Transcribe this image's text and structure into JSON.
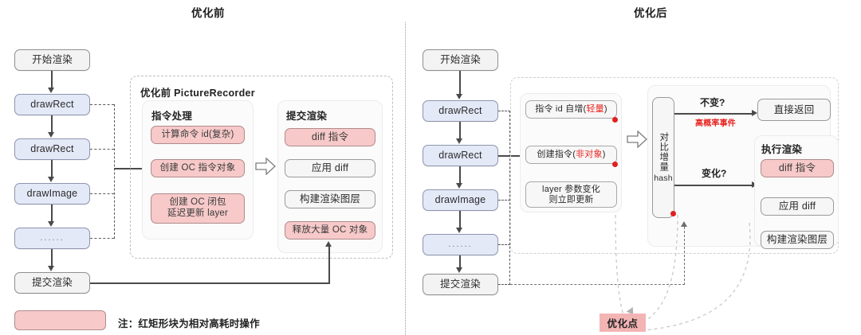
{
  "panels": {
    "left": {
      "title": "优化前",
      "flow": [
        {
          "label": "开始渲染",
          "kind": "grey"
        },
        {
          "label": "drawRect",
          "kind": "blue"
        },
        {
          "label": "drawRect",
          "kind": "blue"
        },
        {
          "label": "drawImage",
          "kind": "blue"
        },
        {
          "label": "......",
          "kind": "blue"
        },
        {
          "label": "提交渲染",
          "kind": "grey"
        }
      ],
      "container_title": "优化前 PictureRecorder",
      "groups": [
        {
          "title": "指令处理",
          "items": [
            {
              "label": "计算命令 id(复杂)",
              "kind": "pink"
            },
            {
              "label": "创建 OC 指令对象",
              "kind": "pink"
            },
            {
              "label": "创建 OC 闭包\n延迟更新 layer",
              "kind": "pink"
            }
          ]
        },
        {
          "title": "提交渲染",
          "items": [
            {
              "label": "diff 指令",
              "kind": "pink"
            },
            {
              "label": "应用 diff",
              "kind": "plain"
            },
            {
              "label": "构建渲染图层",
              "kind": "plain"
            },
            {
              "label": "释放大量 OC 对象",
              "kind": "pink"
            }
          ]
        }
      ]
    },
    "right": {
      "title": "优化后",
      "flow": [
        {
          "label": "开始渲染",
          "kind": "grey"
        },
        {
          "label": "drawRect",
          "kind": "blue"
        },
        {
          "label": "drawRect",
          "kind": "blue"
        },
        {
          "label": "drawImage",
          "kind": "blue"
        },
        {
          "label": "......",
          "kind": "blue"
        },
        {
          "label": "提交渲染",
          "kind": "grey"
        }
      ],
      "record_items": [
        {
          "label": "指令 id 自增(",
          "suffix": "轻量",
          "tail": ")",
          "kind": "plain",
          "dot": true
        },
        {
          "label": "创建指令(",
          "suffix": "非对象",
          "tail": ")",
          "kind": "plain",
          "dot": true
        },
        {
          "label": "layer 参数变化\n则立即更新",
          "kind": "plain",
          "dot": false
        }
      ],
      "hash_node": {
        "label": "对比增量",
        "sub": "hash"
      },
      "branch_unchanged": "不变?",
      "branch_unchanged_note": "高概率事件",
      "branch_changed": "变化?",
      "direct_return": "直接返回",
      "render_group": {
        "title": "执行渲染",
        "items": [
          {
            "label": "diff 指令",
            "kind": "pink"
          },
          {
            "label": "应用 diff",
            "kind": "plain"
          },
          {
            "label": "构建渲染图层",
            "kind": "plain"
          }
        ]
      },
      "optimization_tag": "优化点"
    }
  },
  "legend": {
    "note": "注：红矩形块为相对高耗时操作"
  },
  "colors": {
    "pink_fill": "#f7c9c9",
    "pink_border": "#b08b8b",
    "blue_fill": "#e4e9f7",
    "blue_border": "#8e95ad",
    "grey_fill": "#f3f3f3",
    "grey_border": "#8f8f8f",
    "red_accent": "#e8221f",
    "dot_red": "#e02020",
    "tag_pink": "#f3b4b4"
  }
}
